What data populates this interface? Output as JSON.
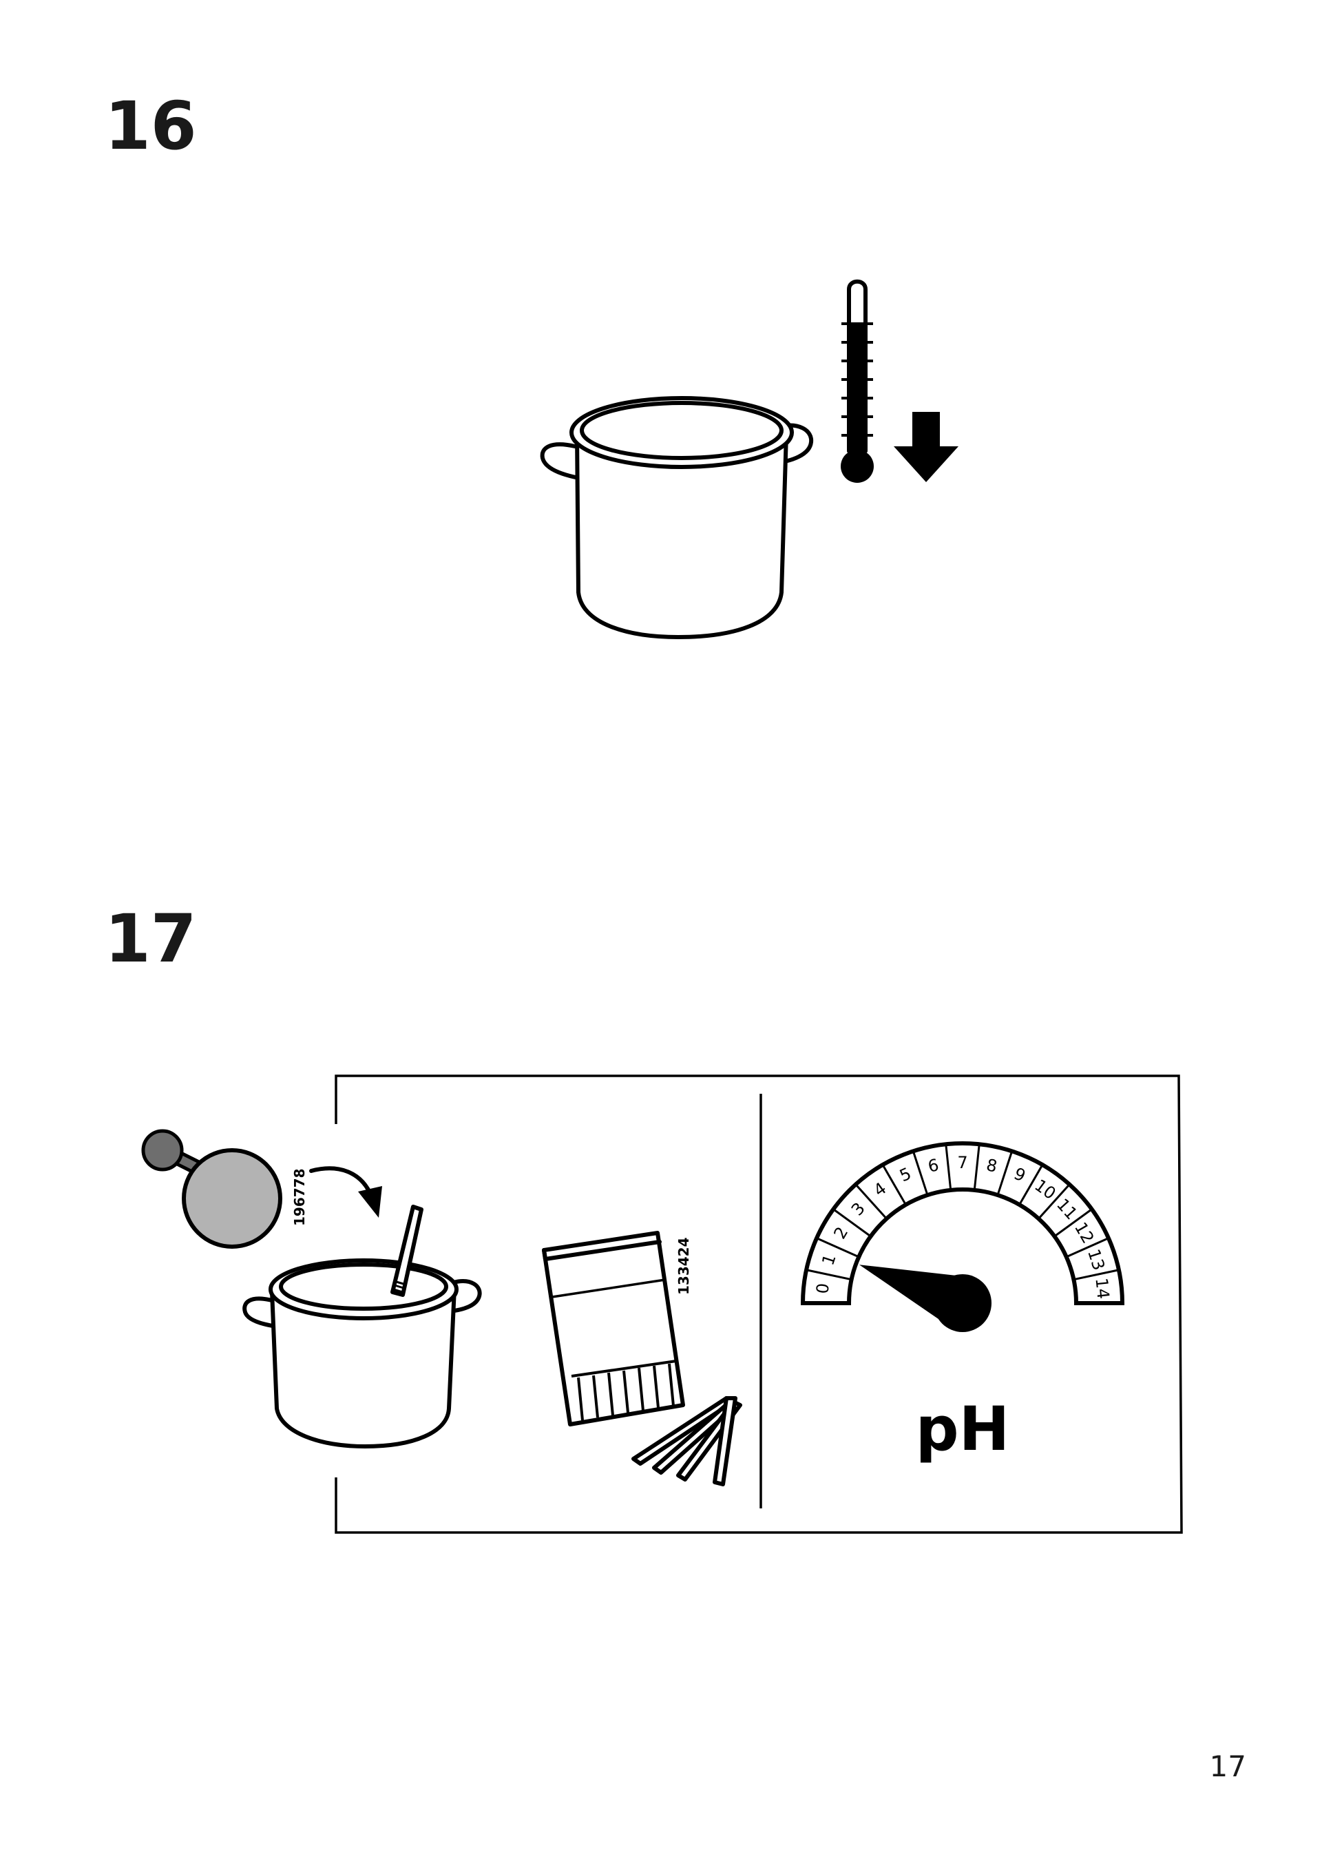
{
  "steps": [
    {
      "number": "16"
    },
    {
      "number": "17"
    }
  ],
  "step17": {
    "tool_code": "196778",
    "kit_code": "133424",
    "ph_label": "pH",
    "scale_labels": [
      "0",
      "1",
      "2",
      "3",
      "4",
      "5",
      "6",
      "7",
      "8",
      "9",
      "10",
      "11",
      "12",
      "13",
      "14"
    ],
    "gauge_value": 1.2
  },
  "page_number": "17",
  "icons": [
    "pot-icon",
    "thermometer-icon",
    "arrow-down-icon",
    "sponge-tool-icon",
    "curved-arrow-icon",
    "test-strip-icon",
    "test-strip-pack-icon",
    "ph-gauge-icon"
  ],
  "colors": {
    "line": "#000000",
    "tool_gray": "#b3b3b3",
    "tool_dark": "#6e6e6e"
  }
}
